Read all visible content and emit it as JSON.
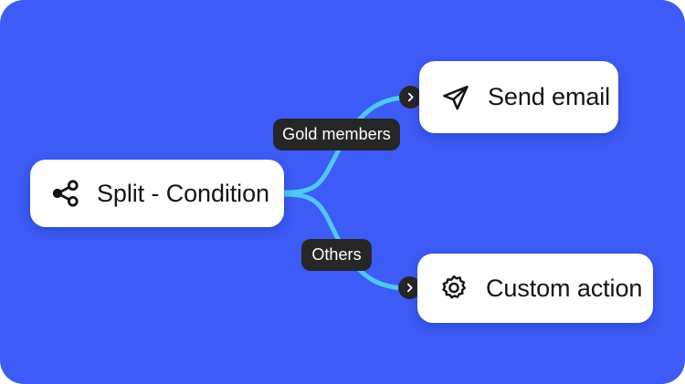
{
  "canvas": {
    "background_color": "#3d5bf6",
    "connector_color": "#4ec8f5",
    "pill_color": "#262626",
    "card_color": "#ffffff",
    "text_color": "#141414"
  },
  "nodes": [
    {
      "id": "split",
      "label": "Split - Condition",
      "icon": "share-split-icon"
    },
    {
      "id": "send_email",
      "label": "Send email",
      "icon": "paper-plane-icon"
    },
    {
      "id": "custom_action",
      "label": "Custom action",
      "icon": "gear-icon"
    }
  ],
  "edges": [
    {
      "id": "gold_members",
      "label": "Gold members",
      "from": "split",
      "to": "send_email",
      "arrow_icon": "chevron-right-icon"
    },
    {
      "id": "others",
      "label": "Others",
      "from": "split",
      "to": "custom_action",
      "arrow_icon": "chevron-right-icon"
    }
  ]
}
